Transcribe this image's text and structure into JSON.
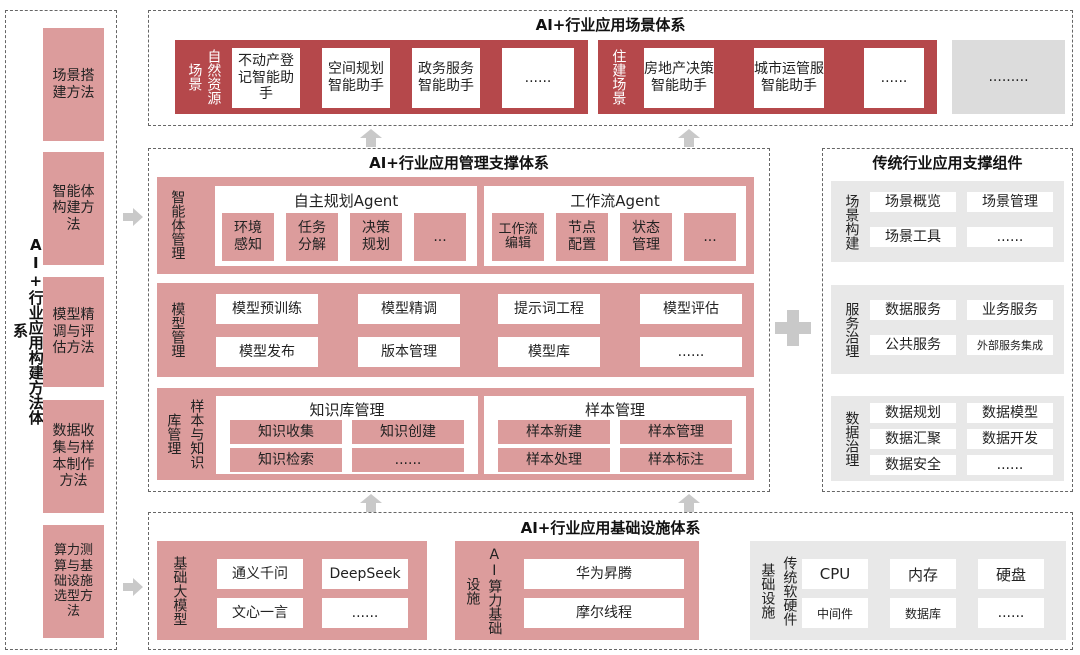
{
  "left": {
    "title": "AI+行业应用构建方法体系",
    "items": [
      "场景搭建方法",
      "智能体构建方法",
      "模型精调与评估方法",
      "数据收集与样本制作方法",
      "算力测算与基础设施选型方法"
    ]
  },
  "scene": {
    "title": "AI+行业应用场景体系",
    "left_label": "场景",
    "group1_label": "自然资源",
    "group1_items": [
      "不动产登记智能助手",
      "空间规划智能助手",
      "政务服务智能助手",
      "......"
    ],
    "group2_label": "住建场景",
    "group2_items": [
      "房地产决策智能助手",
      "城市运管服智能助手",
      "......"
    ],
    "extra": "........."
  },
  "mgmt": {
    "title": "AI+行业应用管理支撑体系",
    "agent": {
      "label": "智能体管理",
      "auto_title": "自主规划Agent",
      "auto_items": [
        "环境感知",
        "任务分解",
        "决策规划",
        "..."
      ],
      "flow_title": "工作流Agent",
      "flow_items": [
        "工作流编辑",
        "节点配置",
        "状态管理",
        "..."
      ]
    },
    "model": {
      "label": "模型管理",
      "row1": [
        "模型预训练",
        "模型精调",
        "提示词工程",
        "模型评估"
      ],
      "row2": [
        "模型发布",
        "版本管理",
        "模型库",
        "......"
      ]
    },
    "kb": {
      "label1": "库管理",
      "label2": "样本与知识",
      "k_title": "知识库管理",
      "k_items": [
        "知识收集",
        "知识创建",
        "知识检索",
        "......"
      ],
      "s_title": "样本管理",
      "s_items": [
        "样本新建",
        "样本管理",
        "样本处理",
        "样本标注"
      ]
    }
  },
  "trad": {
    "title": "传统行业应用支撑组件",
    "g1": {
      "label": "场景构建",
      "items": [
        "场景概览",
        "场景管理",
        "场景工具",
        "......"
      ]
    },
    "g2": {
      "label": "服务治理",
      "items": [
        "数据服务",
        "业务服务",
        "公共服务",
        "外部服务集成"
      ]
    },
    "g3": {
      "label": "数据治理",
      "items": [
        "数据规划",
        "数据模型",
        "数据汇聚",
        "数据开发",
        "数据安全",
        "......"
      ]
    }
  },
  "infra": {
    "title": "AI+行业应用基础设施体系",
    "big": {
      "label": "基础大模型",
      "items": [
        "通义千问",
        "DeepSeek",
        "文心一言",
        "......"
      ]
    },
    "compute": {
      "label1": "AI算力基础",
      "label2": "设施",
      "items": [
        "华为昇腾",
        "摩尔线程"
      ]
    },
    "trad": {
      "label1": "传统软硬件",
      "label2": "基础设施",
      "items": [
        "CPU",
        "内存",
        "硬盘",
        "中间件",
        "数据库",
        "......"
      ]
    }
  }
}
